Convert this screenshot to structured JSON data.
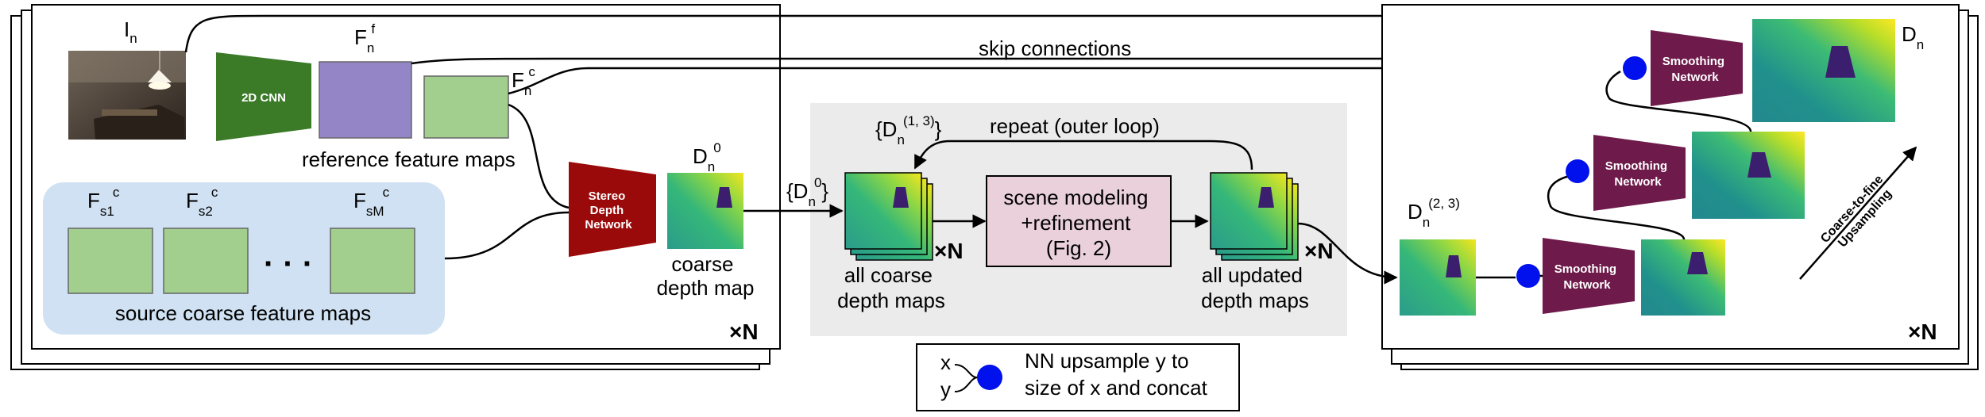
{
  "colors": {
    "cnn_green": "#3b7a27",
    "feature_purple": "#9485c6",
    "feature_green": "#a3cf8e",
    "stereo_red": "#9b0a0a",
    "smoothing_maroon": "#6e1a4a",
    "loop_box_pink": "#ead0da",
    "panel_gray": "#ebebeb",
    "source_panel_blue": "#cfe1f2",
    "upsample_dot_blue": "#0011ee"
  },
  "left_panel": {
    "input_image": {
      "base": "I",
      "sub": "n"
    },
    "cnn_label": "2D CNN",
    "feature_f": {
      "base": "F",
      "sub": "n",
      "sup": "f"
    },
    "feature_c": {
      "base": "F",
      "sub": "n",
      "sup": "c"
    },
    "reference_caption": "reference feature maps",
    "source_labels": [
      {
        "base": "F",
        "sub": "s1",
        "sup": "c"
      },
      {
        "base": "F",
        "sub": "s2",
        "sup": "c"
      },
      {
        "base": "F",
        "sub": "sM",
        "sup": "c"
      }
    ],
    "source_ellipsis": "· · ·",
    "source_caption": "source coarse feature maps",
    "stereo_lines": [
      "Stereo",
      "Depth",
      "Network"
    ],
    "coarse_depth_label": {
      "base": "D",
      "sub": "n",
      "sup": "0"
    },
    "coarse_caption": [
      "coarse",
      "depth map"
    ],
    "times_n": "×N"
  },
  "middle_panel": {
    "input_label": {
      "open": "{D",
      "sub": "n",
      "sup": "0",
      "close": "}"
    },
    "outer_label": {
      "open": "{D",
      "sub": "n",
      "sup": "(1, 3)",
      "close": "}"
    },
    "repeat_label": "repeat (outer loop)",
    "scene_box_lines": [
      "scene modeling",
      "+refinement",
      "(Fig. 2)"
    ],
    "all_coarse_caption": [
      "all coarse",
      "depth maps"
    ],
    "all_updated_caption": [
      "all updated",
      "depth maps"
    ],
    "times_n_left": "×N",
    "times_n_right": "×N"
  },
  "skip_label": "skip connections",
  "right_panel": {
    "output_label": {
      "base": "D",
      "sub": "n"
    },
    "input_label": {
      "base": "D",
      "sub": "n",
      "sup": "(2, 3)"
    },
    "smoothing_lines": [
      "Smoothing",
      "Network"
    ],
    "upsampling_lines": [
      "Coarse-to-fine",
      "Upsampling"
    ],
    "times_n": "×N"
  },
  "legend": {
    "x": "x",
    "y": "y",
    "lines": [
      "NN upsample y to",
      "size of x and concat"
    ]
  }
}
